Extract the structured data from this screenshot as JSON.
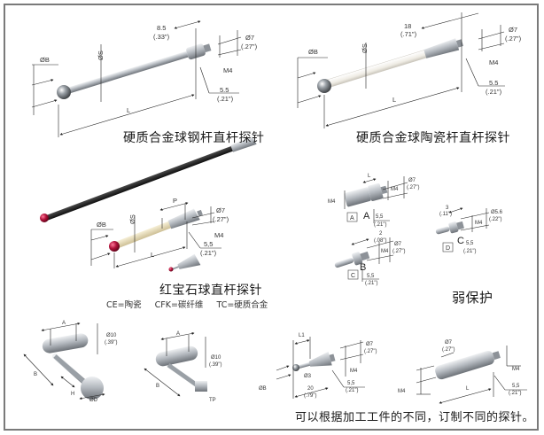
{
  "panels": {
    "steel_stylus": {
      "caption": "硬质合金球钢杆直杆探针",
      "dims": {
        "ball": "ØB",
        "stem": "ØS",
        "length": "L",
        "shoulder_mm": "8.5",
        "shoulder_in": "(.33\")",
        "dia_mm": "Ø7",
        "dia_in": "(.27\")",
        "thread": "M4",
        "flat_mm": "5.5",
        "flat_in": "(.21\")"
      }
    },
    "ceramic_stylus": {
      "caption": "硬质合金球陶瓷杆直杆探针",
      "dims": {
        "ball": "ØB",
        "stem": "ØS",
        "length": "L",
        "shoulder_mm": "18",
        "shoulder_in": "(.71\")",
        "dia_mm": "Ø7",
        "dia_in": "(.27\")",
        "thread": "M4",
        "flat_mm": "5.5",
        "flat_in": "(.21\")"
      }
    },
    "ruby_stylus": {
      "caption": "红宝石球直杆探针",
      "dims": {
        "ball": "ØB",
        "stem": "ØS",
        "length": "L",
        "p": "P",
        "dia_mm": "Ø7",
        "dia_in": "(.27\")",
        "thread": "M4",
        "flat_mm": "5,5",
        "flat_in": "(.21\")"
      },
      "legend": [
        "CE=陶瓷",
        "CFK=碳纤维",
        "TC=硬质合金"
      ]
    },
    "weak_link": {
      "caption": "弱保护",
      "parts": [
        {
          "tag": "A",
          "box": "A",
          "dims": {
            "length": "L",
            "thread_left": "M4",
            "thread_right": "M4",
            "dia_mm": "Ø7",
            "dia_in": "(.27\")",
            "flat_mm": "5,5",
            "flat_in": "(.21\")"
          }
        },
        {
          "tag": "B",
          "box": "C",
          "dims": {
            "len_mm": "2",
            "len_in": "(.08\")",
            "thread": "M4",
            "dia_mm": "Ø7",
            "dia_in": "(.27\")",
            "flat_mm": "5,5",
            "flat_in": "(.21\")"
          }
        },
        {
          "tag": "C",
          "box": "D",
          "dims": {
            "len_mm": "3",
            "len_in": "(.11\")",
            "thread": "M4",
            "dia_mm": "Ø5.6",
            "dia_in": "(.22\")",
            "flat_mm": "5,5",
            "flat_in": "(.21\")"
          }
        }
      ]
    },
    "disc_stylus": {
      "dims": {
        "a": "A",
        "b": "B",
        "h": "H",
        "disc": "ØD",
        "dia_mm": "Ø10",
        "dia_in": "(.39\")"
      }
    },
    "cylinder_stylus": {
      "dims": {
        "a": "A",
        "b": "B",
        "tip": "TP",
        "dia_mm": "Ø10",
        "dia_in": "(.39\")"
      }
    },
    "small_ball_stylus": {
      "dims": {
        "l1": "L1",
        "ball": "ØB",
        "stem": "Ø3",
        "len_mm": "20",
        "len_in": "(.79\")",
        "dia_mm": "Ø7",
        "dia_in": "(.27\")",
        "thread": "M4",
        "flat_mm": "5,5",
        "flat_in": "(.21\")"
      }
    },
    "extension": {
      "dims": {
        "dia_mm": "Ø7",
        "dia_in": "(.27\")",
        "thread_left": "M4",
        "thread_right": "M4",
        "length": "L",
        "flat_mm": "5,5",
        "flat_in": "(.21\")"
      }
    }
  },
  "footer_note": "可以根据加工工件的不同，订制不同的探针。",
  "colors": {
    "frame": "#7a7a7a",
    "steel": "#b9bdc2",
    "ceramic": "#f2f0ea",
    "ruby": "#b0123a",
    "carbon": "#1e1e1e",
    "beige": "#e8dcb8"
  }
}
